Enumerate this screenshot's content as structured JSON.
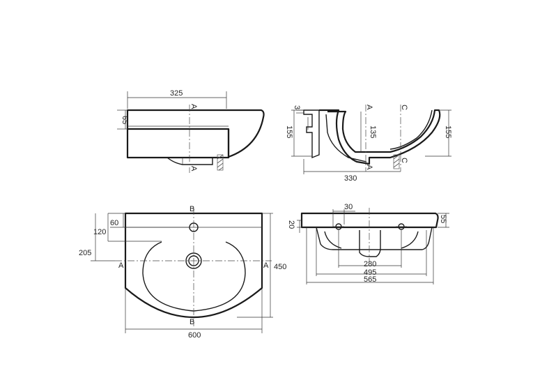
{
  "side_view": {
    "width_dim": "325",
    "height_dim": "65",
    "section_a_top": "A",
    "section_a_bottom": "A"
  },
  "section_view": {
    "lip_dim": "3",
    "left_height": "155",
    "center_depth": "135",
    "right_height": "155",
    "depth_dim": "330",
    "section_a_top": "A",
    "section_a_bottom": "A",
    "section_c_top": "C",
    "section_c_bottom": "C"
  },
  "top_view": {
    "tap_offset": "60",
    "tap_to_centre": "120",
    "drain_to_back": "205",
    "overall_depth": "450",
    "overall_width": "600",
    "label_a_left": "A",
    "label_a_right": "A",
    "label_b_top": "B",
    "label_b_bottom": "B"
  },
  "front_view": {
    "hole_spacing": "30",
    "rim_thickness": "20",
    "rim_height": "55",
    "dim_280": "280",
    "dim_495": "495",
    "dim_565": "565"
  }
}
